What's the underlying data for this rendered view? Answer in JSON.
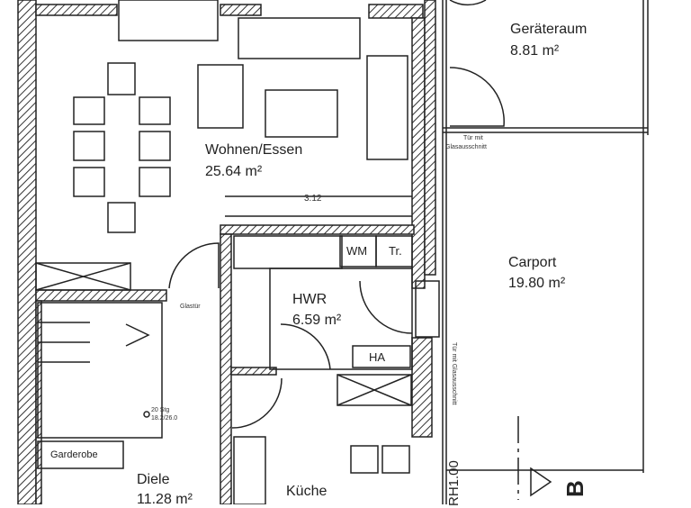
{
  "rooms": [
    {
      "name": "Wohnen/Essen",
      "area": "25.64 m²"
    },
    {
      "name": "Geräteraum",
      "area": "8.81 m²"
    },
    {
      "name": "Carport",
      "area": "19.80 m²"
    },
    {
      "name": "HWR",
      "area": "6.59 m²"
    },
    {
      "name": "Diele",
      "area": "11.28 m²"
    },
    {
      "name": "Küche",
      "area": ""
    }
  ],
  "annotations": {
    "door_glass_top": "Tür mit",
    "door_glass_top2": "Glasausschnitt",
    "door_glass_side": "Tür mit Glasausschnitt",
    "glass_door": "Glastür",
    "stairs_1": "20 Stg",
    "stairs_2": "18.2/26.0",
    "dimension": "3.12",
    "wardrobe": "Garderobe",
    "washer": "WM",
    "dryer": "Tr.",
    "ha": "HA",
    "rh": "RH1.00",
    "section": "B"
  }
}
